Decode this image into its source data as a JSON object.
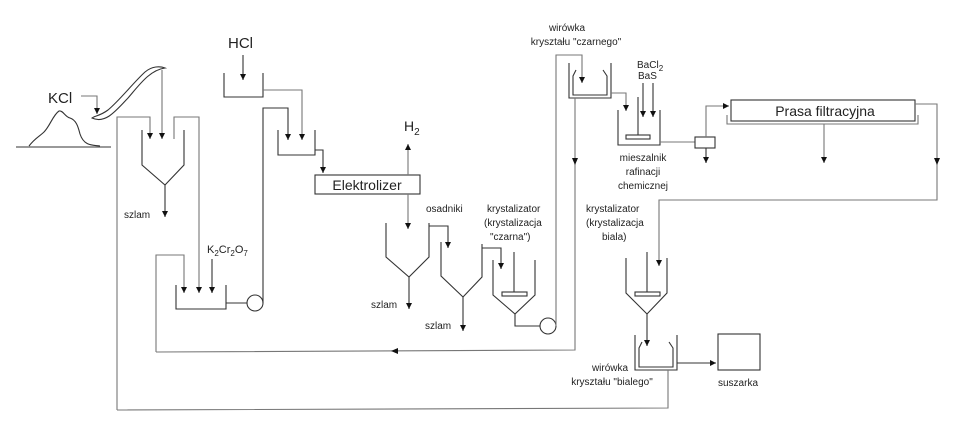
{
  "labels": {
    "kcl": "KCl",
    "hcl": "HCl",
    "h2_main": "H",
    "h2_sub": "2",
    "elektrolizer": "Elektrolizer",
    "k2cr2o7": {
      "k": "K",
      "s1": "2",
      "cr": "Cr",
      "s2": "2",
      "o": "O",
      "s3": "7"
    },
    "szlam": "szlam",
    "osadniki": "osadniki",
    "kryst_czarna": [
      "krystalizator",
      "(krystalizacja",
      "\"czarna\")"
    ],
    "wirowka_czarnego": [
      "wirówka",
      "kryształu \"czarnego\""
    ],
    "bacl2_main": "BaCl",
    "bacl2_sub": "2",
    "bas": "BaS",
    "mieszalnik": [
      "mieszalnik",
      "rafinacji",
      "chemicznej"
    ],
    "prasa": "Prasa filtracyjna",
    "kryst_biala": [
      "krystalizator",
      "(krystalizacja",
      "biala)"
    ],
    "wirowka_bialego": [
      "wirówka",
      "kryształu \"bialego\""
    ],
    "suszarka": "suszarka"
  }
}
